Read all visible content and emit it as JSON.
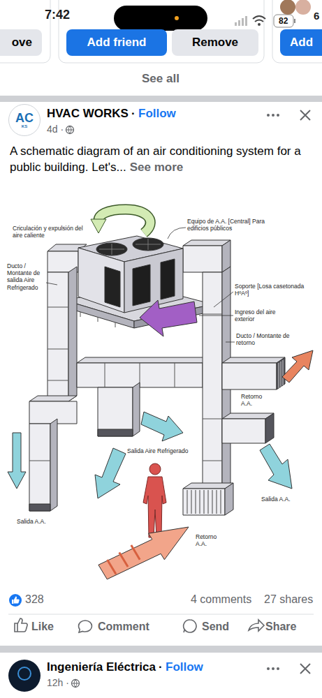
{
  "diagram": {
    "nodes": [
      {
        "text": [
          "ove"
        ]
      },
      {
        "text": [
          "Add friend"
        ]
      },
      {
        "text": [
          "Remove"
        ]
      },
      {
        "text": [
          "Add"
        ]
      },
      {
        "text": [
          "AC",
          "KS"
        ]
      }
    ],
    "labels": [
      "7:42",
      "82",
      "6",
      "See all",
      "HVAC WORKS",
      "·",
      "Follow",
      "4d ·",
      "A schematic diagram of an air conditioning system for a public building. Let's...",
      "See more",
      "Criculación y expulsión del aire caliente",
      "Equipo de A.A. [Central] Para edificios públicos",
      "Ducto / Montante de salida Aire Refrigerado",
      "Soporte [Losa casetonada HºAº]",
      "Ingreso del aire exterior",
      "Ducto / Montante de retorno",
      "Retorno A.A.",
      "Salida Aire Refrigerado",
      "Salida A.A.",
      "Salida A.A.",
      "Retorno A.A.",
      "328",
      "4 comments",
      "27 shares",
      "Like",
      "Comment",
      "Send",
      "Share",
      "Ingeniería Eléctrica",
      "·",
      "Follow",
      "12h ·"
    ]
  }
}
